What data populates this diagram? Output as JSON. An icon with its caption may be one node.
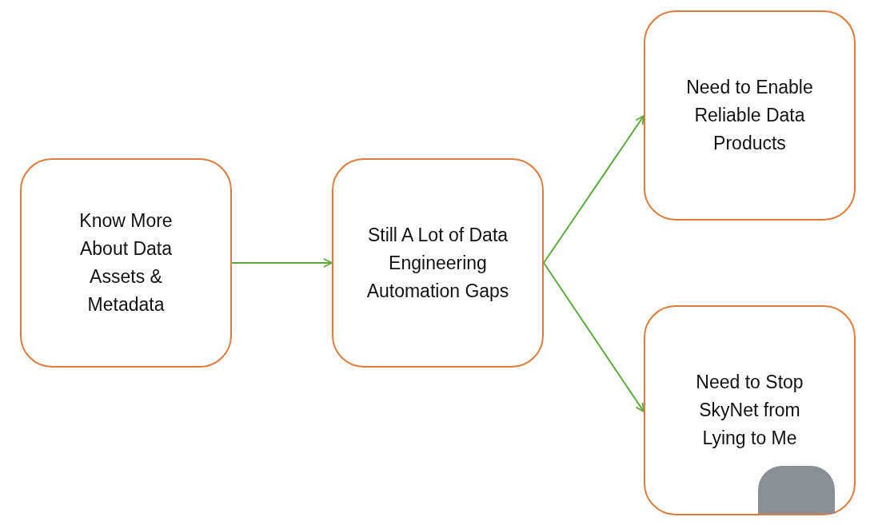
{
  "diagram": {
    "nodes": [
      {
        "text": [
          "Know More About Data Assets & Metadata"
        ]
      },
      {
        "text": [
          "Still A Lot of Data Engineering Automation Gaps"
        ]
      },
      {
        "text": [
          "Need to Enable Reliable Data Products"
        ]
      },
      {
        "text": [
          "Need to Stop SkyNet from Lying to Me"
        ]
      }
    ],
    "edges": [
      {
        "from": 0,
        "to": 1,
        "arrow": "to"
      },
      {
        "from": 1,
        "to": 2,
        "arrow": "to"
      },
      {
        "from": 1,
        "to": 3,
        "arrow": "to"
      }
    ]
  }
}
